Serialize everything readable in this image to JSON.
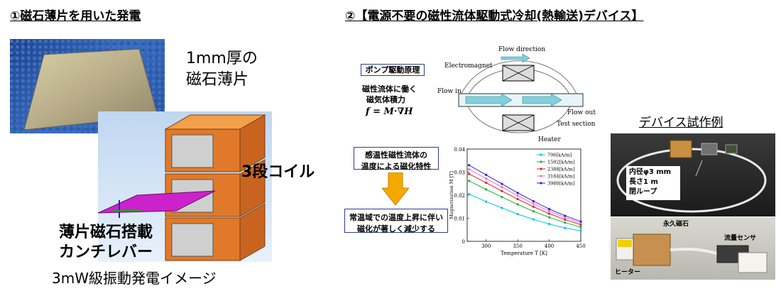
{
  "left": {
    "title": "①磁石薄片を用いた発電",
    "thickness_label_l1": "1mm厚の",
    "thickness_label_l2": "磁石薄片",
    "coil_label": "3段コイル",
    "cantilever_l1": "薄片磁石搭載",
    "cantilever_l2": "カンチレバー",
    "caption": "3mW級振動発電イメージ"
  },
  "right": {
    "title": "②【電源不要の磁性流体駆動式冷却(熱輸送)デバイス】",
    "pump_box": "ポンプ駆動原理",
    "force_l1": "磁性流体に働く",
    "force_l2": "磁気体積力",
    "formula": "f = M·∇H",
    "diagram": {
      "flow_direction": "Flow direction",
      "electromagnet": "Electromagnet",
      "flow_in": "Flow in",
      "flow_out": "Flow out",
      "test_section": "Test section",
      "heater": "Heater"
    },
    "temp_box_l1": "感温性磁性流体の",
    "temp_box_l2": "温度による磁化特性",
    "result_l1": "常温域での温度上昇に伴い",
    "result_l2": "磁化が著しく減少する",
    "device_title": "デバイス試作例",
    "loop_l1": "内径φ3 mm",
    "loop_l2": "長さ1 m",
    "loop_l3": "閉ループ",
    "magnet_label": "永久磁石",
    "sensor_label": "流量センサ",
    "heater_label": "ヒーター"
  },
  "chart_data": {
    "type": "line",
    "title": "",
    "xlabel": "Temperature T [K]",
    "ylabel": "Magnetization M [T]",
    "xlim": [
      270,
      450
    ],
    "ylim": [
      0,
      0.04
    ],
    "x_ticks": [
      "300",
      "350",
      "400",
      "450"
    ],
    "y_ticks": [
      "0",
      "0.01",
      "0.02",
      "0.03",
      "0.04"
    ],
    "x": [
      273,
      300,
      325,
      350,
      375,
      400,
      425,
      450
    ],
    "series": [
      {
        "name": "796[kA/m]",
        "color": "#00c8e0",
        "values": [
          0.0205,
          0.0172,
          0.0145,
          0.0118,
          0.0095,
          0.0075,
          0.0058,
          0.0045
        ]
      },
      {
        "name": "1592[kA/m]",
        "color": "#20b040",
        "values": [
          0.0262,
          0.0225,
          0.0192,
          0.016,
          0.013,
          0.0104,
          0.0081,
          0.0062
        ]
      },
      {
        "name": "2388[kA/m]",
        "color": "#e02020",
        "values": [
          0.0292,
          0.0254,
          0.0218,
          0.0183,
          0.015,
          0.012,
          0.0094,
          0.0072
        ]
      },
      {
        "name": "3184[kA/m]",
        "color": "#e070e0",
        "values": [
          0.0312,
          0.0272,
          0.0235,
          0.0198,
          0.0163,
          0.0131,
          0.0103,
          0.0079
        ]
      },
      {
        "name": "3980[kA/m]",
        "color": "#3020c0",
        "values": [
          0.033,
          0.0288,
          0.0249,
          0.021,
          0.0174,
          0.014,
          0.0111,
          0.0086
        ]
      }
    ]
  }
}
